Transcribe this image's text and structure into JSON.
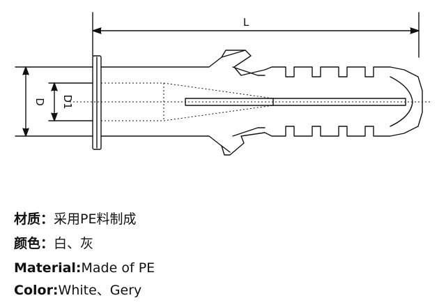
{
  "diagram": {
    "dimension_labels": {
      "length": "L",
      "outer_diameter": "D",
      "inner_diameter": "D1"
    }
  },
  "specs": [
    {
      "label": "材质：",
      "value": "采用PE料制成"
    },
    {
      "label": "颜色：",
      "value": "白、灰"
    },
    {
      "label": "Material:",
      "value": "Made of PE"
    },
    {
      "label": "Color:",
      "value": "White、Gery"
    }
  ]
}
